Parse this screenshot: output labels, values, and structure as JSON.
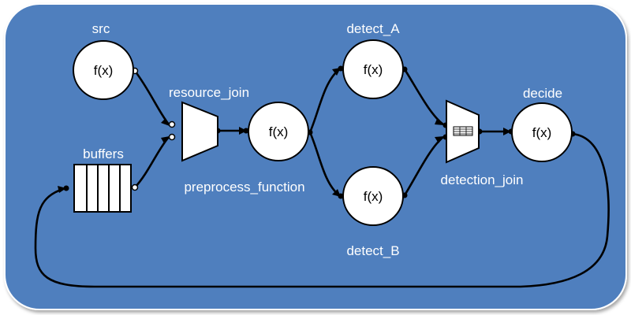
{
  "nodes": {
    "src": {
      "label": "src",
      "fn": "f(x)"
    },
    "buffers": {
      "label": "buffers"
    },
    "resource_join": {
      "label": "resource_join"
    },
    "preprocess": {
      "label": "preprocess_function",
      "fn": "f(x)"
    },
    "detect_a": {
      "label": "detect_A",
      "fn": "f(x)"
    },
    "detect_b": {
      "label": "detect_B",
      "fn": "f(x)"
    },
    "detection_join": {
      "label": "detection_join"
    },
    "decide": {
      "label": "decide",
      "fn": "f(x)"
    }
  },
  "colors": {
    "panel": "#4f7fbe",
    "panel_border": "#ffffff",
    "node_fill": "#ffffff",
    "edge": "#000000",
    "label": "#ffffff"
  }
}
